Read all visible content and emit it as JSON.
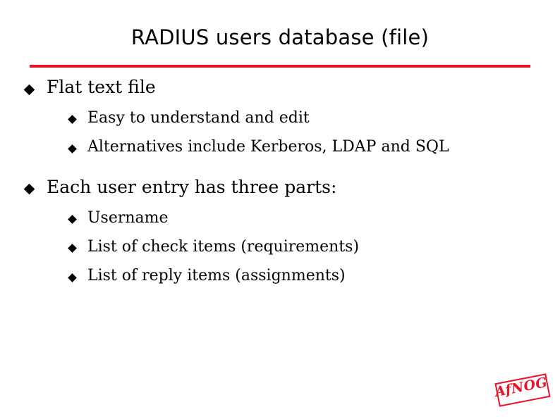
{
  "slide": {
    "title": "RADIUS users database (file)",
    "accent_color": "#e8122a",
    "text_color": "#000000",
    "background_color": "#ffffff",
    "bullets": [
      {
        "level": 1,
        "text": "Flat text file"
      },
      {
        "level": 2,
        "text": "Easy to understand and edit"
      },
      {
        "level": 2,
        "text": "Alternatives include Kerberos, LDAP and SQL"
      },
      {
        "level": 1,
        "text": "Each user entry has three parts:"
      },
      {
        "level": 2,
        "text": "Username"
      },
      {
        "level": 2,
        "text": "List of check items (requirements)"
      },
      {
        "level": 2,
        "text": "List of reply items (assignments)"
      }
    ]
  },
  "logo": {
    "text": "AfNOG",
    "color": "#e8122a"
  }
}
